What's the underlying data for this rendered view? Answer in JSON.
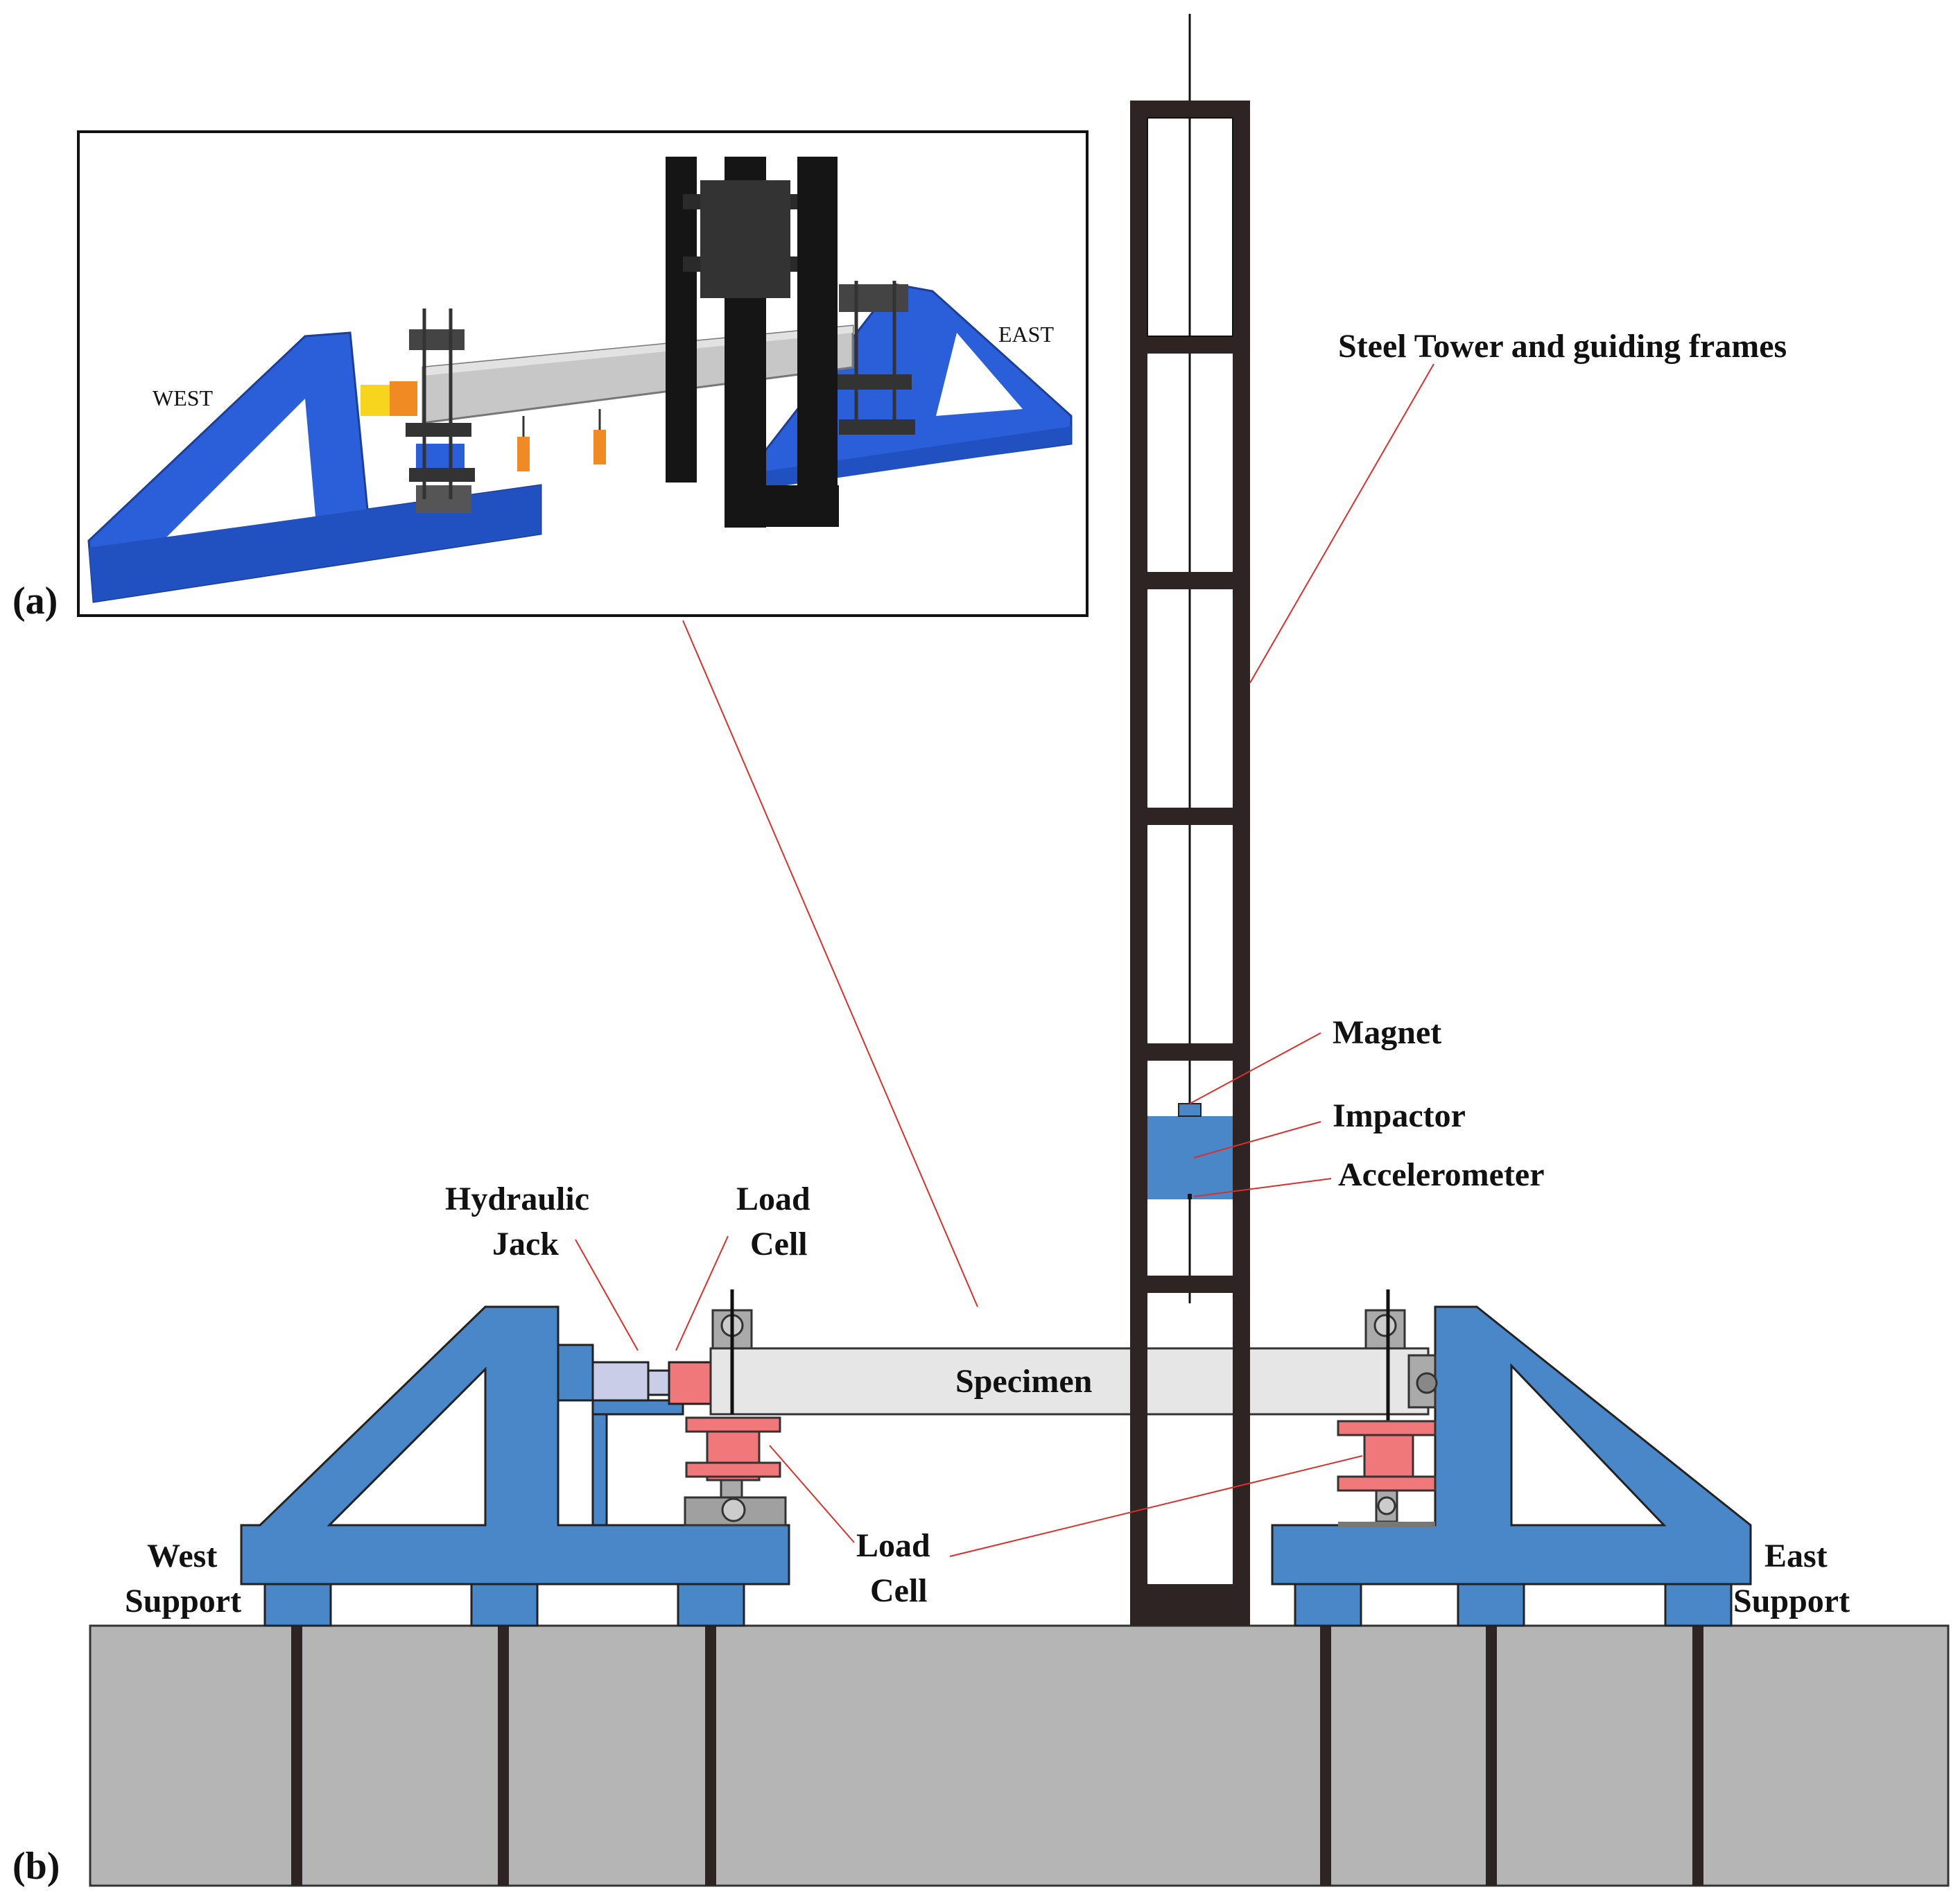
{
  "panels": {
    "a": "(a)",
    "b": "(b)"
  },
  "inset": {
    "west": "WEST",
    "east": "EAST"
  },
  "labels": {
    "steel_tower": "Steel Tower and guiding frames",
    "magnet": "Magnet",
    "impactor": "Impactor",
    "accelerometer": "Accelerometer",
    "hydraulic_jack_line1": "Hydraulic",
    "hydraulic_jack_line2": "Jack",
    "load_cell_top_line1": "Load",
    "load_cell_top_line2": "Cell",
    "specimen": "Specimen",
    "load_cell_bottom_line1": "Load",
    "load_cell_bottom_line2": "Cell",
    "west_support_line1": "West",
    "west_support_line2": "Support",
    "east_support_line1": "East",
    "east_support_line2": "Support"
  },
  "colors": {
    "support_blue": "#4a87c8",
    "inset_blue": "#2b5fd9",
    "tower_dark": "#2e2423",
    "floor_gray": "#b5b5b5",
    "specimen_gray": "#e6e6e6",
    "load_cell_pink": "#f0787a",
    "jack_lavender": "#c9cde8",
    "leader_red": "#d9302b"
  }
}
